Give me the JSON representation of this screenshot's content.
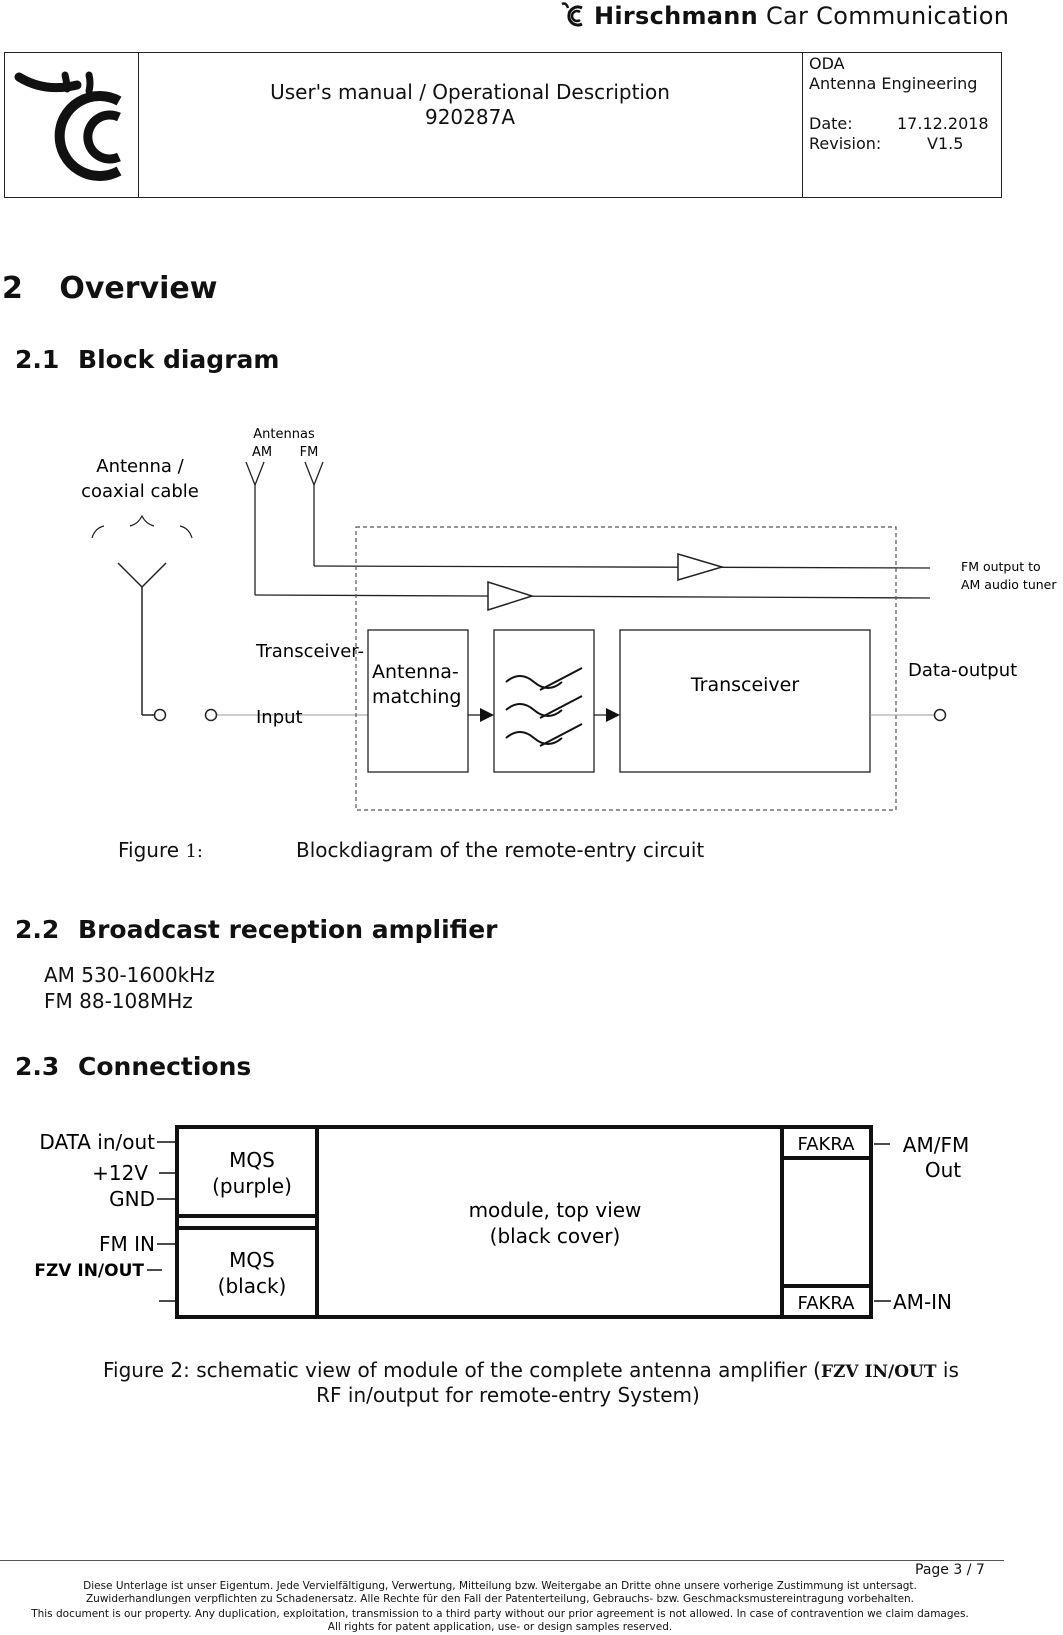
{
  "brand": {
    "name_bold": "Hirschmann",
    "name_rest": " Car Communication"
  },
  "header": {
    "title_line1": "User's manual / Operational Description",
    "title_line2": "920287A",
    "dept_line1": "ODA",
    "dept_line2": "Antenna Engineering",
    "date_label": "Date:",
    "date_value": "17.12.2018",
    "revision_label": "Revision:",
    "revision_value": "V1.5"
  },
  "section2": {
    "number": "2",
    "title": "Overview"
  },
  "section21": {
    "number": "2.1",
    "title": "Block diagram"
  },
  "block_diagram": {
    "antenna_cable_label_1": "Antenna /",
    "antenna_cable_label_2": "coaxial cable",
    "antennas_label": "Antennas",
    "am_label": "AM",
    "fm_label": "FM",
    "fm_output_label": "FM   output to",
    "am_output_label": "AM   audio tuner",
    "transceiver_input_1": "Transceiver-",
    "transceiver_input_2": "Input",
    "antenna_matching_1": "Antenna-",
    "antenna_matching_2": "matching",
    "transceiver_label": "Transceiver",
    "data_output_label": "Data-output"
  },
  "figure1": {
    "label": "Figure",
    "number": "1:",
    "caption": "Blockdiagram of the remote-entry circuit"
  },
  "section22": {
    "number": "2.2",
    "title": "Broadcast reception amplifier"
  },
  "bands": {
    "am": "AM 530-1600kHz",
    "fm": "FM 88-108MHz"
  },
  "section23": {
    "number": "2.3",
    "title": "Connections"
  },
  "connections": {
    "data_inout": "DATA in/out",
    "plus12v": "+12V",
    "gnd": "GND",
    "fm_in": "FM IN",
    "fzv_inout": "FZV IN/OUT",
    "mqs_purple_1": "MQS",
    "mqs_purple_2": "(purple)",
    "mqs_black_1": "MQS",
    "mqs_black_2": "(black)",
    "module_1": "module, top view",
    "module_2": "(black cover)",
    "fakra_top": "FAKRA",
    "fakra_bottom": "FAKRA",
    "amfm_out_1": "AM/FM",
    "amfm_out_2": "Out",
    "am_in": "AM-IN"
  },
  "figure2": {
    "caption_before": "Figure 2: schematic view of module of the complete antenna amplifier (",
    "fzv": "FZV IN/OUT",
    "caption_after": " is",
    "caption_line2": "RF in/output for remote-entry System)"
  },
  "footer": {
    "page": "Page 3 / 7",
    "line1": "Diese Unterlage ist unser Eigentum. Jede Vervielfältigung, Verwertung, Mitteilung bzw. Weitergabe an Dritte ohne unsere vorherige Zustimmung ist untersagt.",
    "line2": "Zuwiderhandlungen verpflichten zu Schadenersatz. Alle Rechte für den Fall der Patenterteilung, Gebrauchs- bzw. Geschmacksmustereintragung vorbehalten.",
    "line3": "This document is our property. Any duplication, exploitation, transmission to a third party without our prior agreement is not allowed. In case of contravention we claim damages.",
    "line4": "All rights for patent application, use- or design samples reserved."
  }
}
